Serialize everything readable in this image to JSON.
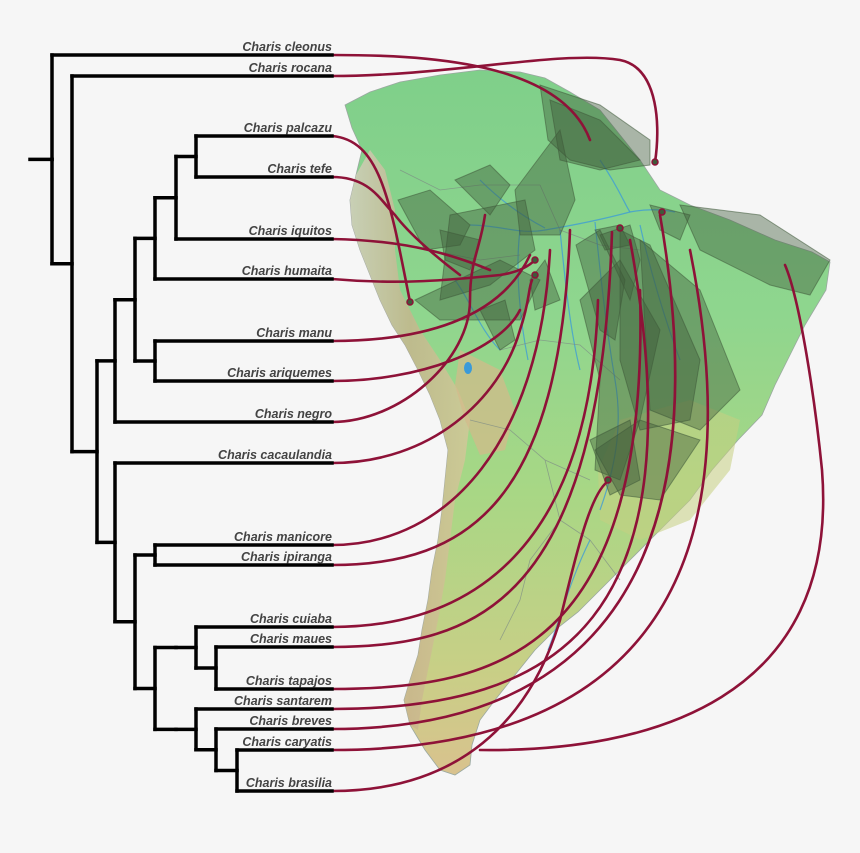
{
  "colors": {
    "background": "#f6f6f6",
    "tree": "#000000",
    "label": "#444444",
    "link": "#8e1238",
    "range_fill": "#3f5a3a",
    "land_low": "#86d08e",
    "land_mid": "#b9cf7a",
    "land_high": "#c9b48f",
    "andes": "#d8d2c4"
  },
  "species": [
    {
      "name": "Charis cleonus"
    },
    {
      "name": "Charis rocana"
    },
    {
      "name": "Charis palcazu"
    },
    {
      "name": "Charis tefe"
    },
    {
      "name": "Charis iquitos"
    },
    {
      "name": "Charis humaita"
    },
    {
      "name": "Charis manu"
    },
    {
      "name": "Charis ariquemes"
    },
    {
      "name": "Charis negro"
    },
    {
      "name": "Charis cacaulandia"
    },
    {
      "name": "Charis manicore"
    },
    {
      "name": "Charis ipiranga"
    },
    {
      "name": "Charis cuiaba"
    },
    {
      "name": "Charis maues"
    },
    {
      "name": "Charis tapajos"
    },
    {
      "name": "Charis santarem"
    },
    {
      "name": "Charis breves"
    },
    {
      "name": "Charis caryatis"
    },
    {
      "name": "Charis brasilia"
    }
  ],
  "map": {
    "region": "South America",
    "features": [
      "elevation relief",
      "rivers",
      "country borders",
      "species range polygons"
    ]
  }
}
